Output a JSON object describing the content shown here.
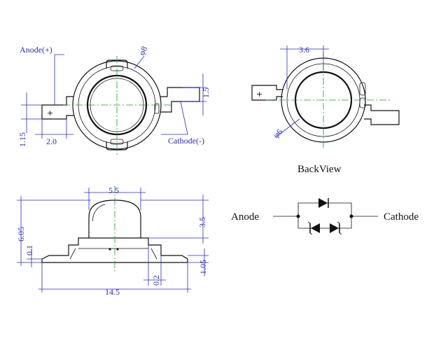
{
  "top_view": {
    "anode_label": "Anode(+)",
    "cathode_label": "Cathode(-)",
    "dia_label": "φ8",
    "dim_1_5": "1.5",
    "dim_1_15": "1.15",
    "dim_2_0": "2.0"
  },
  "back_view": {
    "title": "BackView",
    "dim_3_6": "3.6",
    "dia_label": "φ6"
  },
  "side_view": {
    "dim_5_5": "5.5",
    "dim_6_05": "6.05",
    "dim_0_1": "0.1",
    "dim_3_5": "3.5",
    "dim_1_05": "1.05",
    "dim_0_2": "0.2",
    "dim_14_5": "14.5"
  },
  "schematic": {
    "anode_label": "Anode",
    "cathode_label": "Cathode"
  },
  "colors": {
    "outline": "#111111",
    "centerline": "#1a9a2a",
    "dimension": "#2a2ac8"
  }
}
